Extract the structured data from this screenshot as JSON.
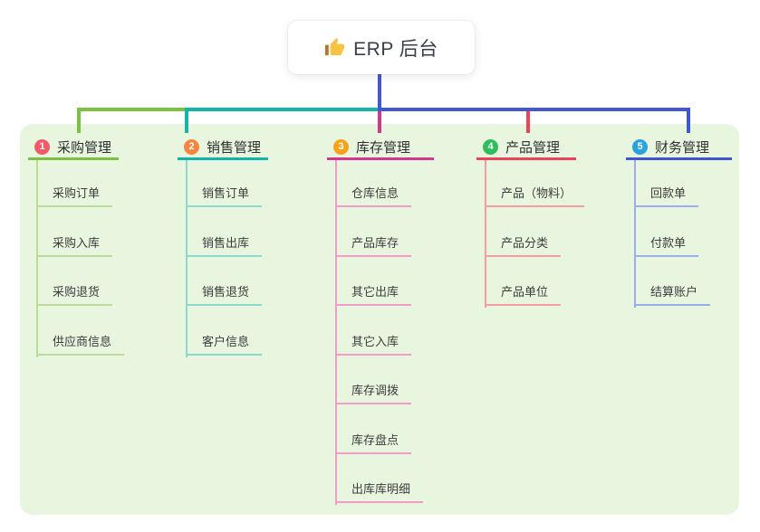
{
  "root": {
    "label": "ERP 后台",
    "icon": "thumbs-up-icon"
  },
  "connector_color": "#4457d2",
  "panel_color": "#e8f6e0",
  "branches": [
    {
      "index": "1",
      "label": "采购管理",
      "badge_color": "#f25a68",
      "line_color": "#7cc241",
      "child_line_color": "#b9dc9a",
      "children": [
        "采购订单",
        "采购入库",
        "采购退货",
        "供应商信息"
      ]
    },
    {
      "index": "2",
      "label": "销售管理",
      "badge_color": "#f78540",
      "line_color": "#12b5a9",
      "child_line_color": "#8bd9cf",
      "children": [
        "销售订单",
        "销售出库",
        "销售退货",
        "客户信息"
      ]
    },
    {
      "index": "3",
      "label": "库存管理",
      "badge_color": "#f9a11b",
      "line_color": "#d6368f",
      "child_line_color": "#f09ec9",
      "children": [
        "仓库信息",
        "产品库存",
        "其它出库",
        "其它入库",
        "库存调拨",
        "库存盘点",
        "出库库明细"
      ]
    },
    {
      "index": "4",
      "label": "产品管理",
      "badge_color": "#2ebd5d",
      "line_color": "#ee4258",
      "child_line_color": "#f59ba4",
      "children": [
        "产品（物料）",
        "产品分类",
        "产品单位"
      ]
    },
    {
      "index": "5",
      "label": "财务管理",
      "badge_color": "#29a3dd",
      "line_color": "#3f56d2",
      "child_line_color": "#9cadec",
      "children": [
        "回款单",
        "付款单",
        "结算账户"
      ]
    }
  ]
}
